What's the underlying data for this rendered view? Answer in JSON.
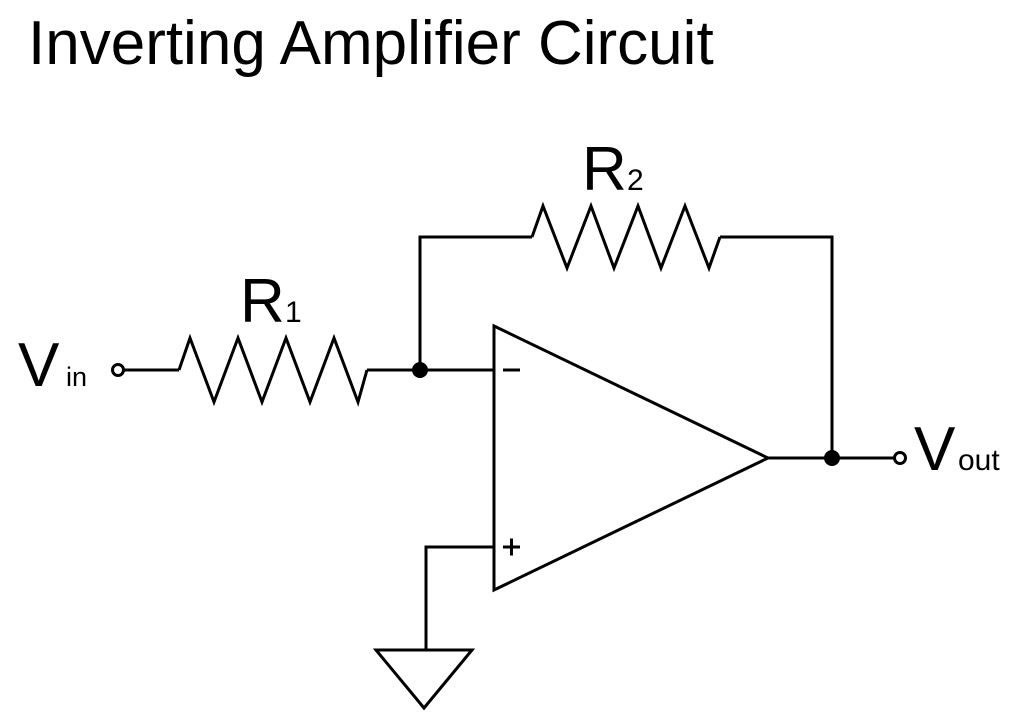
{
  "title": "Inverting Amplifier Circuit",
  "components": {
    "r1": {
      "label": "R",
      "subscript": "1"
    },
    "r2": {
      "label": "R",
      "subscript": "2"
    },
    "opamp": {
      "inverting_input": "−",
      "noninverting_input": "+"
    },
    "ground": {
      "type": "ground"
    }
  },
  "terminals": {
    "vin": {
      "label": "V",
      "subscript": "in"
    },
    "vout": {
      "label": "V",
      "subscript": "out"
    }
  },
  "colors": {
    "line": "#000000",
    "background": "#ffffff"
  }
}
